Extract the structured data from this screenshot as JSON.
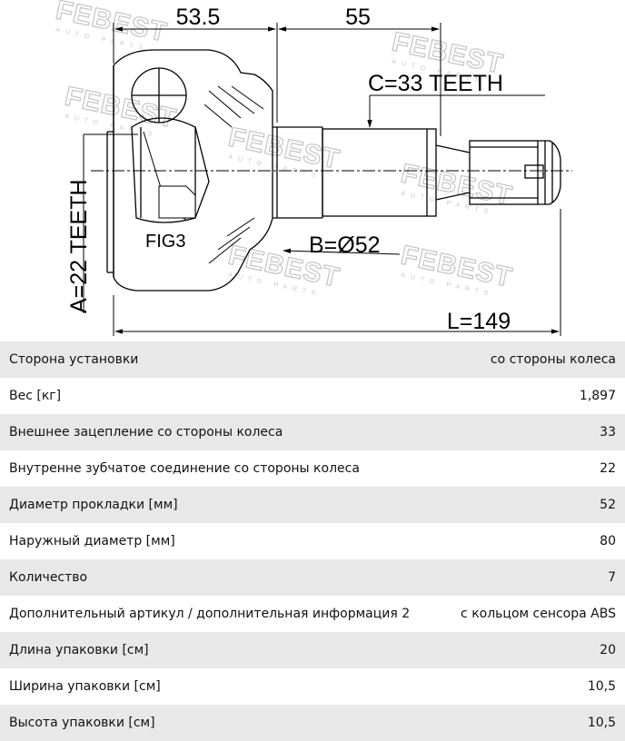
{
  "drawing": {
    "dim_top_left": "53.5",
    "dim_top_right": "55",
    "spline_outer": "C=33 TEETH",
    "spline_inner": "A=22 TEETH",
    "seal_diameter": "B=Ø52",
    "length": "L=149",
    "fig_label": "FIG3",
    "watermark": {
      "brand": "FEBEST",
      "tagline": "AUTO PARTS"
    }
  },
  "specs": [
    {
      "label": "Сторона установки",
      "value": "со стороны колеса"
    },
    {
      "label": "Вес [кг]",
      "value": "1,897"
    },
    {
      "label": "Внешнее зацепление со стороны колеса",
      "value": "33"
    },
    {
      "label": "Внутренне зубчатое соединение со стороны колеса",
      "value": "22"
    },
    {
      "label": "Диаметр прокладки [мм]",
      "value": "52"
    },
    {
      "label": "Наружный диаметр [мм]",
      "value": "80"
    },
    {
      "label": "Количество",
      "value": "7"
    },
    {
      "label": "Дополнительный артикул / дополнительная информация 2",
      "value": "с кольцом сенсора ABS"
    },
    {
      "label": "Длина упаковки [см]",
      "value": "20"
    },
    {
      "label": "Ширина упаковки [см]",
      "value": "10,5"
    },
    {
      "label": "Высота упаковки [см]",
      "value": "10,5"
    }
  ]
}
